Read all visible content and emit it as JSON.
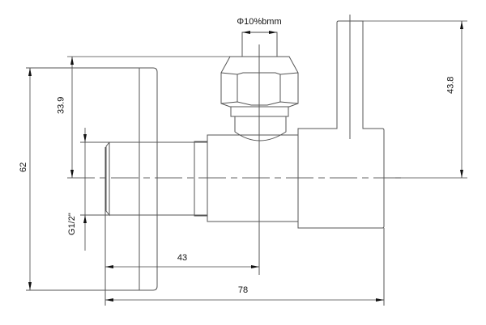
{
  "drawing": {
    "labels": {
      "pipe_diameter": "Φ10%bmm",
      "total_height": "62",
      "flange_to_center": "33.9",
      "thread": "G1/2\"",
      "outlet_length": "43",
      "total_length": "78",
      "handle_height": "43.8"
    },
    "line_color": "#555555"
  }
}
